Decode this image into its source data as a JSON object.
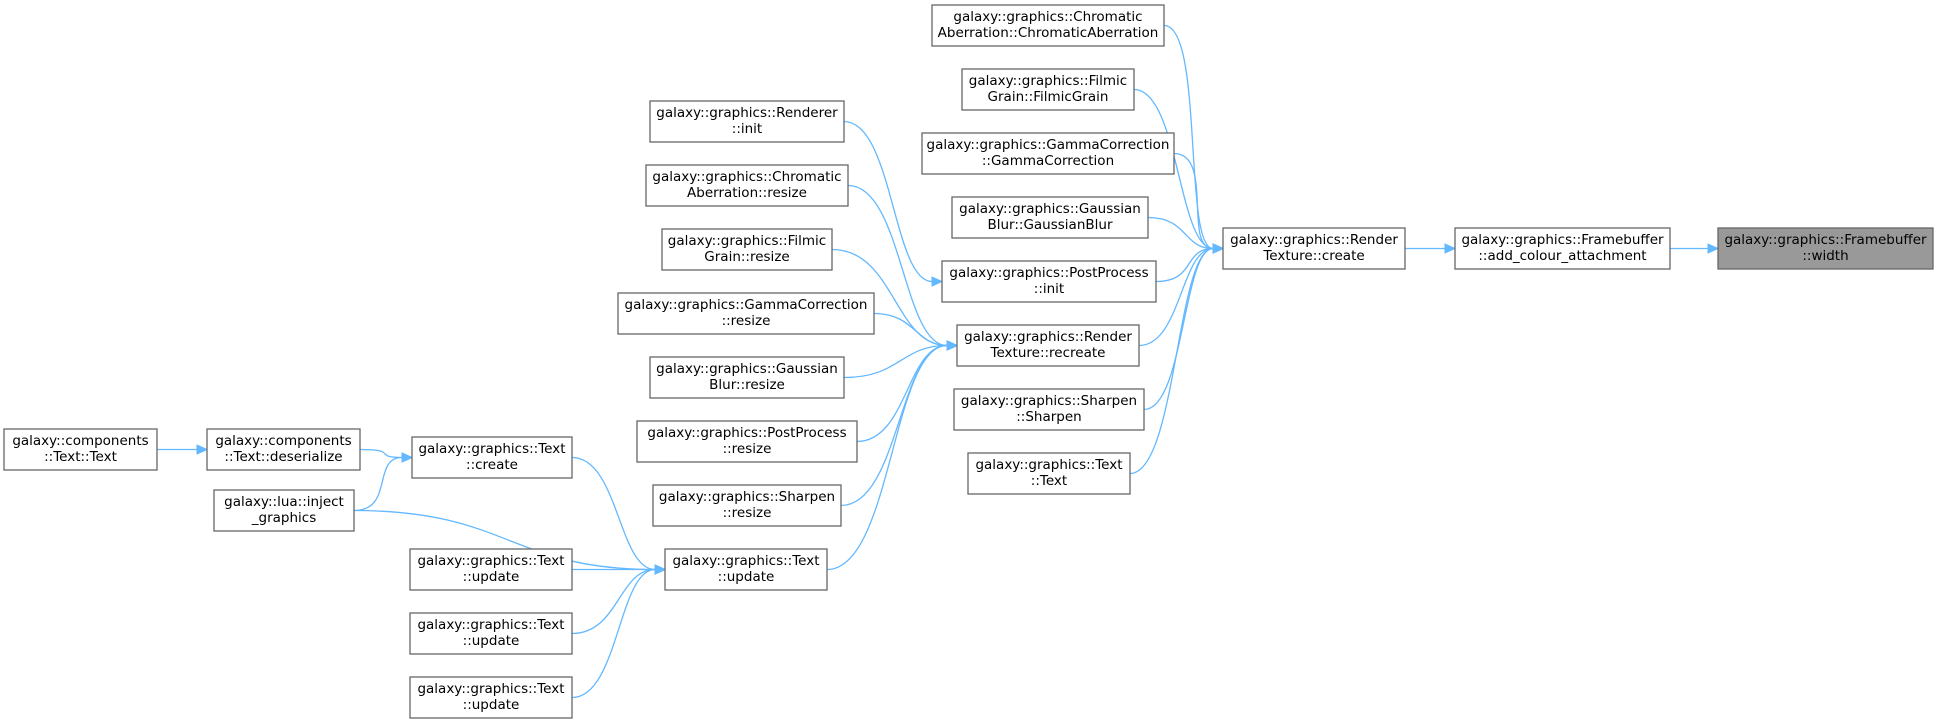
{
  "colors": {
    "edge": "#63b8ff",
    "node_border": "#666666",
    "target_fill": "#999999",
    "node_fill": "#ffffff"
  },
  "nodes": {
    "n_target": {
      "lines": [
        "galaxy::graphics::Framebuffer",
        "::width"
      ],
      "highlighted": true
    },
    "n_addcolour": {
      "lines": [
        "galaxy::graphics::Framebuffer",
        "::add_colour_attachment"
      ]
    },
    "n_rtcreate": {
      "lines": [
        "galaxy::graphics::Render",
        "Texture::create"
      ]
    },
    "n_chromatic": {
      "lines": [
        "galaxy::graphics::Chromatic",
        "Aberration::ChromaticAberration"
      ]
    },
    "n_filmic": {
      "lines": [
        "galaxy::graphics::Filmic",
        "Grain::FilmicGrain"
      ]
    },
    "n_gamma": {
      "lines": [
        "galaxy::graphics::GammaCorrection",
        "::GammaCorrection"
      ]
    },
    "n_gaussian": {
      "lines": [
        "galaxy::graphics::Gaussian",
        "Blur::GaussianBlur"
      ]
    },
    "n_ppinit": {
      "lines": [
        "galaxy::graphics::PostProcess",
        "::init"
      ]
    },
    "n_recreate": {
      "lines": [
        "galaxy::graphics::Render",
        "Texture::recreate"
      ]
    },
    "n_sharpen": {
      "lines": [
        "galaxy::graphics::Sharpen",
        "::Sharpen"
      ]
    },
    "n_text": {
      "lines": [
        "galaxy::graphics::Text",
        "::Text"
      ]
    },
    "n_rendinit": {
      "lines": [
        "galaxy::graphics::Renderer",
        "::init"
      ]
    },
    "n_chromresize": {
      "lines": [
        "galaxy::graphics::Chromatic",
        "Aberration::resize"
      ]
    },
    "n_filmresize": {
      "lines": [
        "galaxy::graphics::Filmic",
        "Grain::resize"
      ]
    },
    "n_gammaresize": {
      "lines": [
        "galaxy::graphics::GammaCorrection",
        "::resize"
      ]
    },
    "n_gaussresize": {
      "lines": [
        "galaxy::graphics::Gaussian",
        "Blur::resize"
      ]
    },
    "n_ppresize": {
      "lines": [
        "galaxy::graphics::PostProcess",
        "::resize"
      ]
    },
    "n_sharpresize": {
      "lines": [
        "galaxy::graphics::Sharpen",
        "::resize"
      ]
    },
    "n_textupdate": {
      "lines": [
        "galaxy::graphics::Text",
        "::update"
      ]
    },
    "n_textcreate": {
      "lines": [
        "galaxy::graphics::Text",
        "::create"
      ]
    },
    "n_luainject": {
      "lines": [
        "galaxy::lua::inject",
        "_graphics"
      ]
    },
    "n_upd1": {
      "lines": [
        "galaxy::graphics::Text",
        "::update"
      ]
    },
    "n_upd2": {
      "lines": [
        "galaxy::graphics::Text",
        "::update"
      ]
    },
    "n_upd3": {
      "lines": [
        "galaxy::graphics::Text",
        "::update"
      ]
    },
    "n_compdeser": {
      "lines": [
        "galaxy::components",
        "::Text::deserialize"
      ]
    },
    "n_comptext": {
      "lines": [
        "galaxy::components",
        "::Text::Text"
      ]
    }
  },
  "edges": [
    [
      "n_addcolour",
      "n_target"
    ],
    [
      "n_rtcreate",
      "n_addcolour"
    ],
    [
      "n_chromatic",
      "n_rtcreate"
    ],
    [
      "n_filmic",
      "n_rtcreate"
    ],
    [
      "n_gamma",
      "n_rtcreate"
    ],
    [
      "n_gaussian",
      "n_rtcreate"
    ],
    [
      "n_ppinit",
      "n_rtcreate"
    ],
    [
      "n_recreate",
      "n_rtcreate"
    ],
    [
      "n_sharpen",
      "n_rtcreate"
    ],
    [
      "n_text",
      "n_rtcreate"
    ],
    [
      "n_rendinit",
      "n_ppinit"
    ],
    [
      "n_chromresize",
      "n_recreate"
    ],
    [
      "n_filmresize",
      "n_recreate"
    ],
    [
      "n_gammaresize",
      "n_recreate"
    ],
    [
      "n_gaussresize",
      "n_recreate"
    ],
    [
      "n_ppresize",
      "n_recreate"
    ],
    [
      "n_sharpresize",
      "n_recreate"
    ],
    [
      "n_textupdate",
      "n_recreate"
    ],
    [
      "n_textcreate",
      "n_textupdate"
    ],
    [
      "n_luainject",
      "n_textupdate"
    ],
    [
      "n_upd1",
      "n_textupdate"
    ],
    [
      "n_upd2",
      "n_textupdate"
    ],
    [
      "n_upd3",
      "n_textupdate"
    ],
    [
      "n_compdeser",
      "n_textcreate"
    ],
    [
      "n_luainject",
      "n_textcreate"
    ],
    [
      "n_comptext",
      "n_compdeser"
    ]
  ]
}
